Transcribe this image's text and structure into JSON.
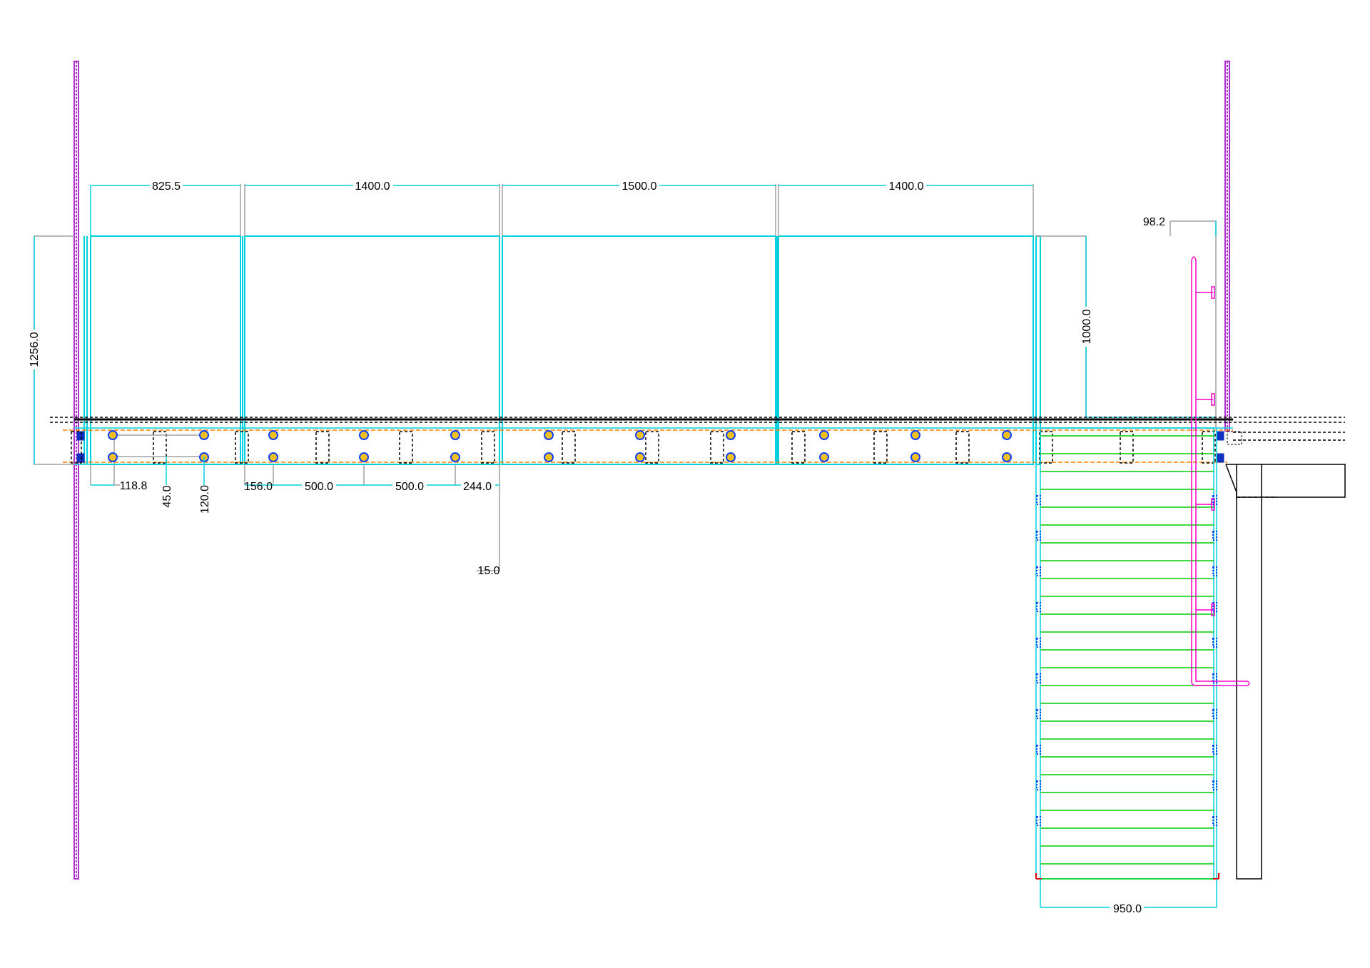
{
  "drawing": {
    "colors": {
      "background": "#ffffff",
      "dimension": "#00d0e0",
      "extension": "#a0a0a0",
      "wall": "#b030d0",
      "stair": "#00cc00",
      "handrail": "#ff00cc",
      "bolt_fill": "#f0c020",
      "bolt_ring": "#1040ff",
      "beam_edge": "#ff8000",
      "outline": "#000000",
      "stair_foot": "#e00000"
    },
    "dimensions": {
      "span_1": "825.5",
      "span_2": "1400.0",
      "span_3": "1500.0",
      "span_4": "1400.0",
      "overall_height": "1256.0",
      "rail_height": "1000.0",
      "rail_offset": "98.2",
      "bolt_edge": "118.8",
      "plate_width": "45.0",
      "bolt_spacing": "120.0",
      "bolt_start": "156.0",
      "bolt_pitch_1": "500.0",
      "bolt_pitch_2": "500.0",
      "bolt_end": "244.0",
      "gap": "15.0",
      "stair_width": "950.0"
    }
  }
}
